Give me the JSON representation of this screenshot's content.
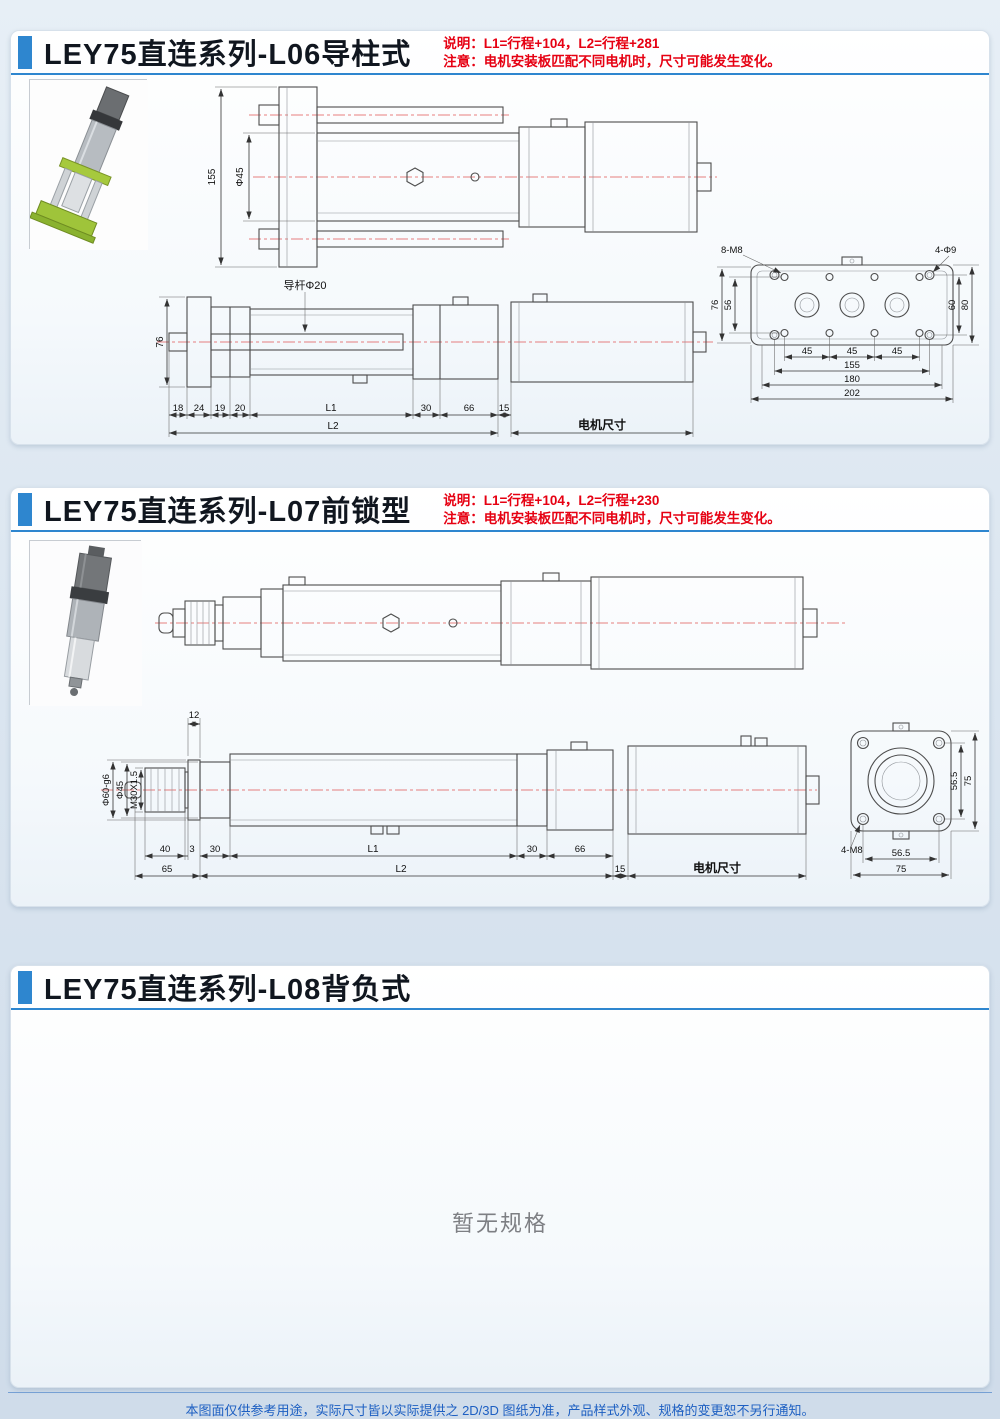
{
  "sections": [
    {
      "title": "LEY75直连系列-L06导柱式",
      "note_line1": "说明：L1=行程+104，L2=行程+281",
      "note_line2": "注意：电机安装板匹配不同电机时，尺寸可能发生变化。",
      "dims": {
        "h155": "155",
        "phi45": "Φ45",
        "rod_label": "导杆Φ20",
        "h76": "76",
        "d18": "18",
        "d24": "24",
        "d19": "19",
        "d20": "20",
        "L1": "L1",
        "d30": "30",
        "d66": "66",
        "d15": "15",
        "L2": "L2",
        "motor": "电机尺寸"
      },
      "plate": {
        "m8": "8-M8",
        "phi9": "4-Φ9",
        "h76": "76",
        "h56": "56",
        "h60": "60",
        "h80": "80",
        "s45a": "45",
        "s45b": "45",
        "s45c": "45",
        "w155": "155",
        "w180": "180",
        "w202": "202"
      }
    },
    {
      "title": "LEY75直连系列-L07前锁型",
      "note_line1": "说明：L1=行程+104，L2=行程+230",
      "note_line2": "注意：电机安装板匹配不同电机时，尺寸可能发生变化。",
      "dims": {
        "d12": "12",
        "phi60": "Φ60-g6",
        "phi45": "Φ45",
        "m30": "M30X1.5",
        "d40": "40",
        "d3": "3",
        "d65": "65",
        "d30a": "30",
        "L1": "L1",
        "d30b": "30",
        "d66": "66",
        "L2": "L2",
        "d15": "15",
        "motor": "电机尺寸"
      },
      "flange": {
        "h75": "75",
        "h565": "56.5",
        "m8": "4-M8",
        "w565": "56.5",
        "w75": "75"
      }
    },
    {
      "title": "LEY75直连系列-L08背负式",
      "empty_text": "暂无规格"
    }
  ],
  "footer": "本图面仅供参考用途，实际尺寸皆以实际提供之 2D/3D 图纸为准，产品样式外观、规格的变更恕不另行通知。"
}
